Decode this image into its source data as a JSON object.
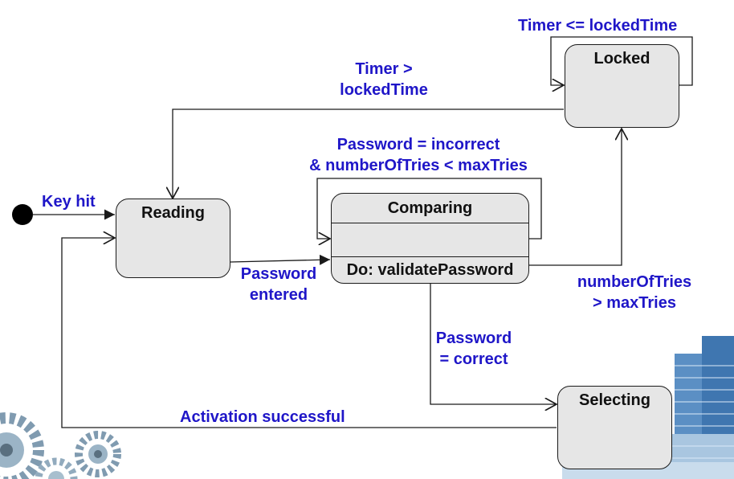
{
  "states": {
    "reading": "Reading",
    "comparing": "Comparing",
    "comparing_activity": "Do: validatePassword",
    "locked": "Locked",
    "selecting": "Selecting"
  },
  "transitions": {
    "key_hit": "Key hit",
    "password_entered_1": "Password",
    "password_entered_2": "entered",
    "incorrect_1": "Password = incorrect",
    "incorrect_2": "& numberOfTries < maxTries",
    "too_many_1": "numberOfTries",
    "too_many_2": "> maxTries",
    "locked_self": "Timer <= lockedTime",
    "unlock_1": "Timer >",
    "unlock_2": "lockedTime",
    "correct_1": "Password",
    "correct_2": "= correct",
    "activation": "Activation successful"
  },
  "colors": {
    "label": "#1f16c8",
    "state_fill": "#e6e6e6",
    "line": "#1a1a1a"
  }
}
